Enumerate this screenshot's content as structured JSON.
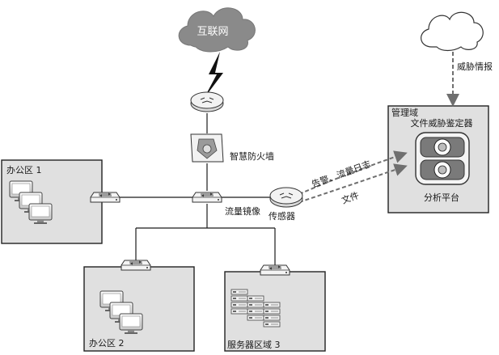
{
  "internet": {
    "label": "互联网"
  },
  "threat_intel": {
    "label": "威胁情报"
  },
  "firewall": {
    "label": "智慧防火墙"
  },
  "management": {
    "title": "管理域",
    "identifier": "文件威胁鉴定器",
    "platform": "分析平台"
  },
  "flows": {
    "alerts_logs": "告警、流量日志",
    "files": "文件"
  },
  "mirror": {
    "label": "流量镜像"
  },
  "sensor": {
    "label": "传感器"
  },
  "office1": {
    "label": "办公区 1"
  },
  "office2": {
    "label": "办公区 2"
  },
  "servers": {
    "label": "服务器区域 3"
  },
  "colors": {
    "cloud": "#8a8a8a",
    "box_fill": "#e0e0e0",
    "dashed_arrow": "#6f6f6f",
    "line": "#1a1a1a"
  }
}
